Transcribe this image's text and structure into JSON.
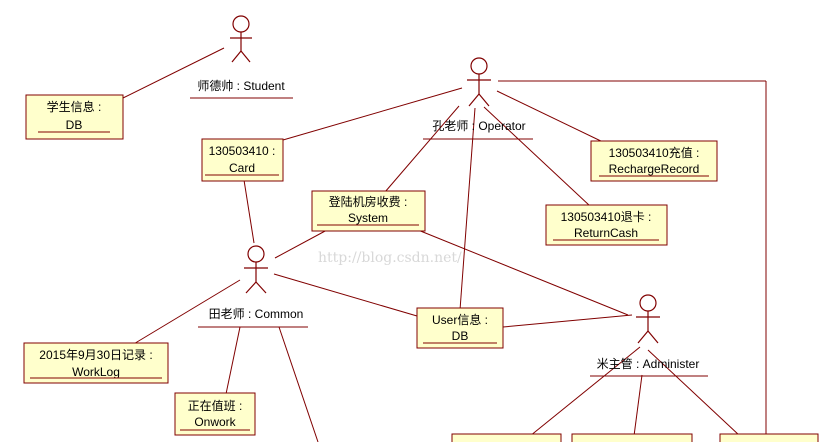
{
  "watermark": "http://blog.csdn.net/",
  "actors": {
    "student": "师德帅 : Student",
    "operator": "孔老师 : Operator",
    "common": "田老师 : Common",
    "administer": "米主管 : Administer"
  },
  "objects": {
    "student_db": {
      "name": "学生信息 :",
      "cls": "DB"
    },
    "card": {
      "name": "130503410 :",
      "cls": "Card"
    },
    "system": {
      "name": "登陆机房收费 :",
      "cls": "System"
    },
    "recharge": {
      "name": "130503410充值 :",
      "cls": "RechargeRecord"
    },
    "returncash": {
      "name": "130503410退卡 :",
      "cls": "ReturnCash"
    },
    "user_db": {
      "name": "User信息 :",
      "cls": "DB"
    },
    "worklog": {
      "name": "2015年9月30日记录 :",
      "cls": "WorkLog"
    },
    "onwork": {
      "name": "正在值班 :",
      "cls": "Onwork"
    }
  },
  "colors": {
    "line": "#800000",
    "box_fill": "#ffffcc"
  }
}
